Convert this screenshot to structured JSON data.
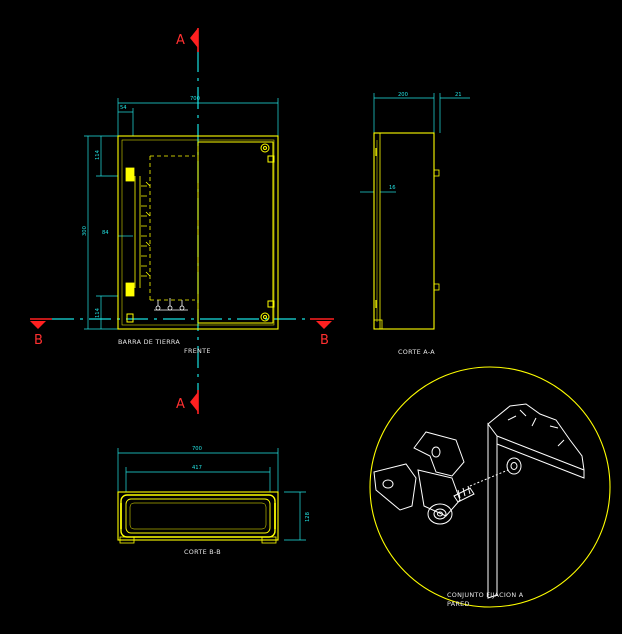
{
  "section_markers": {
    "a_top": "A",
    "a_bottom": "A",
    "b_left": "B",
    "b_right": "B"
  },
  "front_view": {
    "dim_width": "700",
    "dim_left_offset": "54",
    "dim_height": "300",
    "dim_top": "114",
    "dim_middle": "84",
    "dim_bottom": "114",
    "label_bar": "BARRA DE TIERRA",
    "label_view": "FRENTE"
  },
  "side_view": {
    "dim_depth": "200",
    "dim_extra": "21",
    "dim_inner": "16",
    "label": "CORTE A-A"
  },
  "plan_view": {
    "dim_width": "700",
    "dim_inner": "417",
    "dim_height": "128",
    "label": "CORTE B-B"
  },
  "detail": {
    "label_line1": "CONJUNTO FIJACION A",
    "label_line2": "PARED"
  },
  "colors": {
    "background": "#000000",
    "outline": "#ffff00",
    "dimension": "#22e4e4",
    "section_marker": "#ff2020",
    "detail_line": "#ffffff",
    "label_text": "#e6e6e6"
  }
}
